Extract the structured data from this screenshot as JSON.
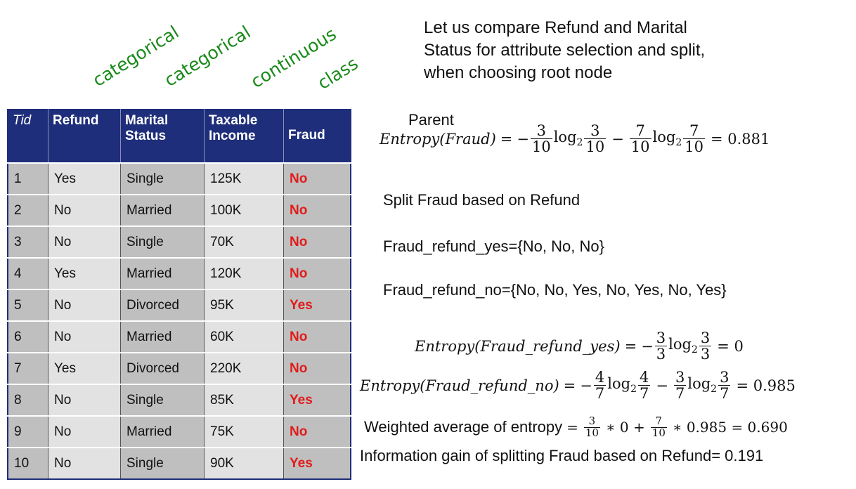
{
  "attribute_labels": {
    "refund": "categorical",
    "marital": "categorical",
    "income": "continuous",
    "fraud": "class"
  },
  "table": {
    "headers": {
      "tid": "Tid",
      "refund": "Refund",
      "marital_1": "Marital",
      "marital_2": "Status",
      "income_1": "Taxable",
      "income_2": "Income",
      "fraud": "Fraud"
    },
    "rows": [
      [
        "1",
        "Yes",
        "Single",
        "125K",
        "No"
      ],
      [
        "2",
        "No",
        "Married",
        "100K",
        "No"
      ],
      [
        "3",
        "No",
        "Single",
        "70K",
        "No"
      ],
      [
        "4",
        "Yes",
        "Married",
        "120K",
        "No"
      ],
      [
        "5",
        "No",
        "Divorced",
        "95K",
        "Yes"
      ],
      [
        "6",
        "No",
        "Married",
        "60K",
        "No"
      ],
      [
        "7",
        "Yes",
        "Divorced",
        "220K",
        "No"
      ],
      [
        "8",
        "No",
        "Single",
        "85K",
        "Yes"
      ],
      [
        "9",
        "No",
        "Married",
        "75K",
        "No"
      ],
      [
        "10",
        "No",
        "Single",
        "90K",
        "Yes"
      ]
    ]
  },
  "intro": {
    "line1": "Let us compare Refund and Marital",
    "line2": "Status for attribute selection and split,",
    "line3": "when choosing root node"
  },
  "parent_label": "Parent",
  "formula_parent": {
    "lhs": "Entropy(Fraud)",
    "eq": "=",
    "minus": "−",
    "n1": "3",
    "d1": "10",
    "n2": "3",
    "d2": "10",
    "n3": "7",
    "d3": "10",
    "n4": "7",
    "d4": "10",
    "log": "log",
    "base": "2",
    "result": "= 0.881"
  },
  "split_label": "Split Fraud based on Refund",
  "set_yes": "Fraud_refund_yes={No, No, No}",
  "set_no": "Fraud_refund_no={No, No, Yes, No, Yes, No, Yes}",
  "formula_yes": {
    "lhs": "Entropy(Fraud_refund_yes)",
    "eq": "=",
    "minus": "−",
    "n1": "3",
    "d1": "3",
    "n2": "3",
    "d2": "3",
    "log": "log",
    "base": "2",
    "result": "= 0"
  },
  "formula_no": {
    "lhs": "Entropy(Fraud_refund_no)",
    "eq": "=",
    "minus": "−",
    "n1": "4",
    "d1": "7",
    "n2": "4",
    "d2": "7",
    "n3": "3",
    "d3": "7",
    "n4": "3",
    "d4": "7",
    "log": "log",
    "base": "2",
    "result": "= 0.985"
  },
  "weighted": {
    "label": "Weighted average of entropy",
    "eq": "=",
    "n1": "3",
    "d1": "10",
    "t1": "∗ 0 +",
    "n2": "7",
    "d2": "10",
    "t2": "∗ 0.985 = 0.690"
  },
  "gain": "Information gain of splitting Fraud based on Refund= 0.191",
  "colors": {
    "header_bg": "#1f2e7a",
    "label_green": "#1a8a1a",
    "fraud_red": "#e21b1b"
  }
}
